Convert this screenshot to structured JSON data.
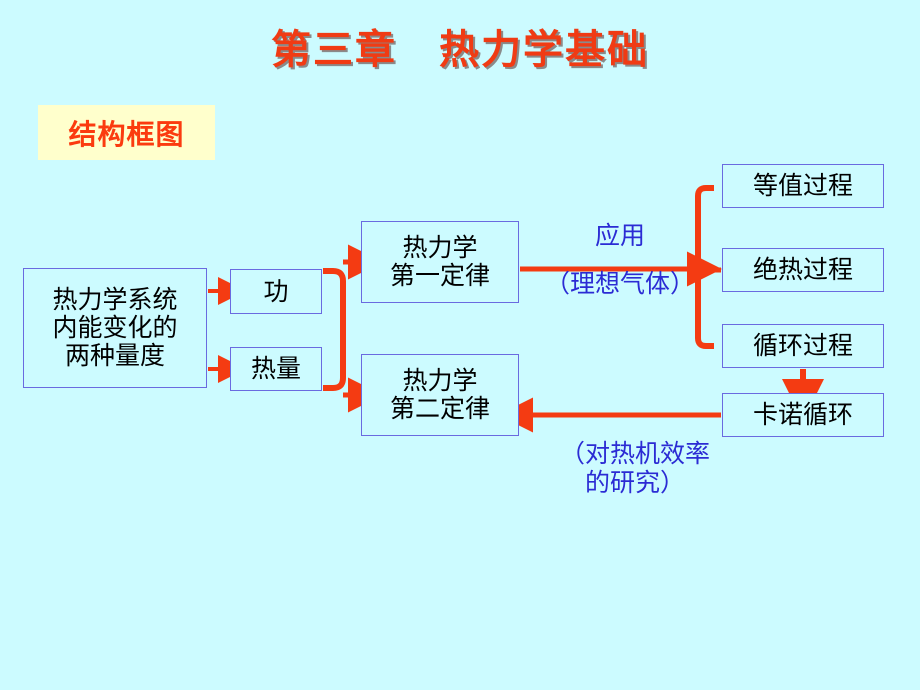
{
  "page": {
    "background_color": "#ccfbff",
    "title": "第三章　热力学基础",
    "title_color": "#f03b14",
    "subtitle": "结构框图",
    "subtitle_color": "#fb3b0f",
    "subtitle_chip_color": "#ffffcc",
    "box_border_color": "#6a6ae0",
    "arrow_color": "#f43b12",
    "annotation_color": "#2b2bd4"
  },
  "nodes": {
    "source": {
      "line1": "热力学系统",
      "line2": "内能变化的",
      "line3": "两种量度"
    },
    "work": {
      "label": "功"
    },
    "heat": {
      "label": "热量"
    },
    "law1": {
      "line1": "热力学",
      "line2": "第一定律"
    },
    "law2": {
      "line1": "热力学",
      "line2": "第二定律"
    },
    "isoval": {
      "label": "等值过程"
    },
    "adiabatic": {
      "label": "绝热过程"
    },
    "cycle": {
      "label": "循环过程"
    },
    "carnot": {
      "label": "卡诺循环"
    }
  },
  "annotations": {
    "apply": "应用",
    "ideal_gas": "（理想气体）",
    "efficiency_line1": "（对热机效率",
    "efficiency_line2": "的研究）"
  },
  "connectors": [
    {
      "name": "source-to-work",
      "from": "source",
      "to": "work",
      "style": "arrow-right"
    },
    {
      "name": "source-to-heat",
      "from": "source",
      "to": "heat",
      "style": "arrow-right"
    },
    {
      "name": "work-heat-to-law1",
      "from": "work",
      "to": "law1",
      "style": "bracket-arrow-right"
    },
    {
      "name": "work-heat-to-law2",
      "from": "heat",
      "to": "law2",
      "style": "bracket-arrow-right"
    },
    {
      "name": "law1-to-processes",
      "from": "law1",
      "to": "adiabatic",
      "style": "arrow-right-branching"
    },
    {
      "name": "branch-to-isoval",
      "from": "law1",
      "to": "isoval",
      "style": "bracket"
    },
    {
      "name": "branch-to-cycle",
      "from": "law1",
      "to": "cycle",
      "style": "bracket"
    },
    {
      "name": "cycle-to-carnot",
      "from": "cycle",
      "to": "carnot",
      "style": "arrow-down"
    },
    {
      "name": "carnot-to-law2",
      "from": "carnot",
      "to": "law2",
      "style": "arrow-left"
    }
  ]
}
